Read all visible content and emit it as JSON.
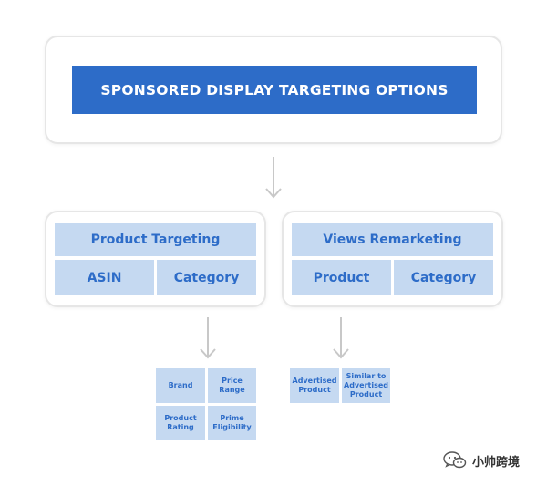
{
  "title": "SPONSORED DISPLAY TARGETING OPTIONS",
  "product_targeting": {
    "label": "Product Targeting",
    "options": [
      "ASIN",
      "Category"
    ],
    "asin_details": [
      [
        "Brand",
        "Price Range"
      ],
      [
        "Product Rating",
        "Prime Eligibility"
      ]
    ]
  },
  "views_remarketing": {
    "label": "Views Remarketing",
    "options": [
      "Product",
      "Category"
    ],
    "details": [
      "Advertised Product",
      "Similar to Advertised Product"
    ]
  },
  "watermark": {
    "text": "小帅跨境",
    "icon": "wechat-icon"
  },
  "colors": {
    "primary": "#2d6cc8",
    "cell_fill": "#c5d9f1",
    "card_border": "#e6e6e6",
    "arrow": "#c8c8c8"
  }
}
